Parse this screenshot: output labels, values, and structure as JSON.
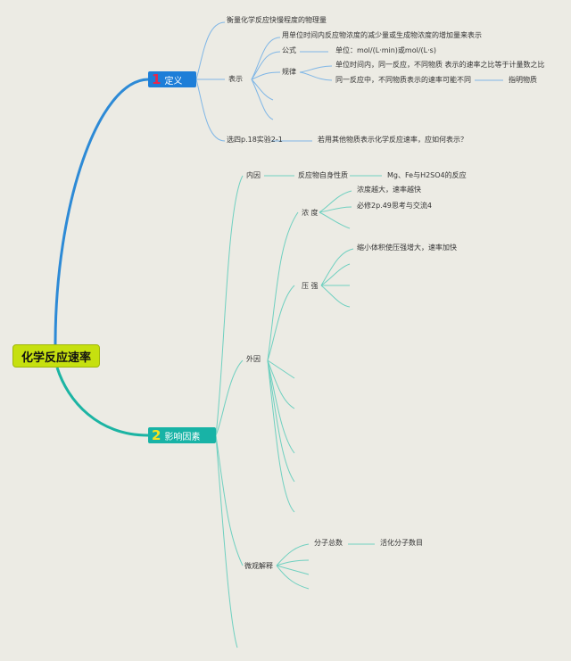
{
  "root": {
    "label": "化学反应速率"
  },
  "branch1": {
    "number": "1",
    "label": "定义",
    "items": {
      "desc": "衡量化学反应快慢程度的物理量",
      "expression": "表示",
      "expression_children": {
        "usage": "用单位时间内反应物浓度的减少量或生成物浓度的增加量来表示",
        "formula": "公式",
        "unit": "单位：mol/(L·min)或mol/(L·s)",
        "rule": "规律",
        "rule_1": "单位时间内，同一反应，不同物质 表示的速率之比等于计量数之比",
        "rule_2": "同一反应中，不同物质表示的速率可能不同",
        "rule_2_note": "指明物质"
      },
      "experiment": "选四p.18实验2-1",
      "experiment_q": "若用其他物质表示化学反应速率，应如何表示？"
    }
  },
  "branch2": {
    "number": "2",
    "label": "影响因素",
    "items": {
      "internal": "内因",
      "internal_1": "反应物自身性质",
      "internal_2": "Mg、Fe与H2SO4的反应",
      "external": "外因",
      "concentration": "浓 度",
      "conc_1": "浓度越大，速率越快",
      "conc_2": "必修2p.49思考与交流4",
      "pressure": "压 强",
      "pres_1": "缩小体积使压强增大，速率加快",
      "micro": "微观解释",
      "micro_1": "分子总数",
      "micro_2": "活化分子数目"
    }
  },
  "colors": {
    "background": "#ecebe4",
    "root": "#c6e00f",
    "branch1": "#1d7ed8",
    "branch2": "#18b3a6",
    "branch1_line": "#2d8ad6",
    "branch2_line": "#1cb4a3",
    "sub1_line": "#7fb6e6",
    "sub2_line": "#6fd0c0"
  }
}
